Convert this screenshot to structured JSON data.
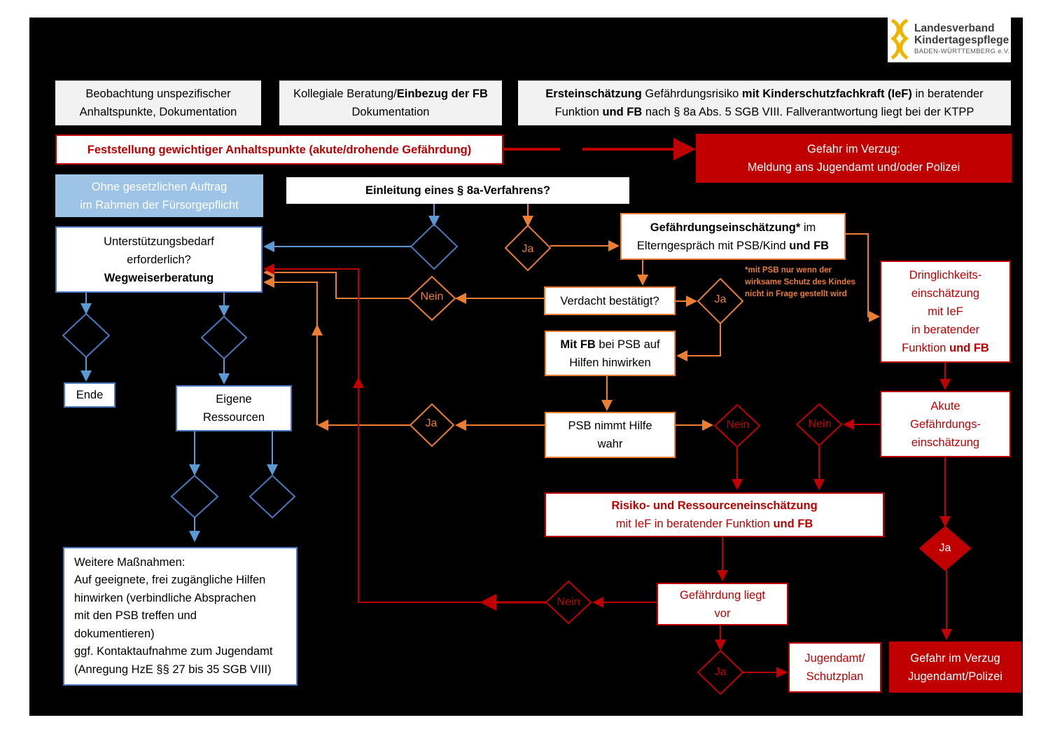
{
  "logo": {
    "line1": "Landesverband",
    "line2": "Kindertagespflege",
    "line3": "BADEN-WÜRTTEMBERG e.V."
  },
  "top": {
    "b1": [
      "Beobachtung unspezifischer",
      "Anhaltspunkte, Dokumentation"
    ],
    "b2_bold": "Einbezug der FB",
    "b2_pre": "Kollegiale Beratung/",
    "b2_line2": "Dokumentation",
    "b3_l1_bold_a": "Ersteinschätzung",
    "b3_l1_mid": " Gefährdungsrisiko ",
    "b3_l1_bold_b": "mit Kinderschutzfachkraft (IeF)",
    "b3_l1_end": " in beratender",
    "b3_l2_pre": "Funktion ",
    "b3_l2_bold": "und FB",
    "b3_l2_end": " nach § 8a Abs. 5 SGB VIII. Fallverantwortung liegt bei der KTPP"
  },
  "feststellung": "Feststellung gewichtiger Anhaltspunkte (akute/drohende Gefährdung)",
  "gefahr_top": [
    "Gefahr im Verzug:",
    "Meldung ans Jugendamt und/oder Polizei"
  ],
  "ohne": [
    "Ohne gesetzlichen Auftrag",
    "im Rahmen der Fürsorgepflicht"
  ],
  "einleitung": "Einleitung eines § 8a-Verfahrens?",
  "unterstuetzung": [
    "Unterstützungsbedarf",
    "erforderlich?",
    "Wegweiserberatung"
  ],
  "gefaehrdung_einsch": {
    "bold": "Gefährdungseinschätzung*",
    "rest": " im",
    "line2": "Elterngespräch mit PSB/Kind ",
    "line2_bold": "und FB"
  },
  "note": [
    "*mit PSB nur wenn der",
    "wirksame Schutz des Kindes",
    "nicht in Frage gestellt wird"
  ],
  "verdacht": "Verdacht bestätigt?",
  "mitfb": {
    "bold": "Mit FB",
    "rest": " bei PSB auf",
    "line2": "Hilfen hinwirken"
  },
  "psb": [
    "PSB nimmt Hilfe",
    "wahr"
  ],
  "dringlich": {
    "lines": [
      "Dringlichkeits-",
      "einschätzung",
      "mit IeF",
      "in beratender"
    ],
    "last_pre": "Funktion ",
    "last_bold": "und FB"
  },
  "akute": [
    "Akute",
    "Gefährdungs-",
    "einschätzung"
  ],
  "risiko": {
    "line1": "Risiko- und Ressourceneinschätzung",
    "line2_pre": "mit IeF in beratender Funktion ",
    "line2_bold": "und FB"
  },
  "gefaehrdung_liegt": [
    "Gefährdung liegt",
    "vor"
  ],
  "jugendamt": [
    "Jugendamt/",
    "Schutzplan"
  ],
  "gefahr_bottom": [
    "Gefahr im Verzug",
    "Jugendamt/Polizei"
  ],
  "ende": "Ende",
  "eigene": [
    "Eigene",
    "Ressourcen"
  ],
  "weitere": [
    "Weitere Maßnahmen:",
    "Auf geeignete, frei zugängliche Hilfen",
    "hinwirken (verbindliche Absprachen",
    "mit den PSB treffen und",
    "dokumentieren)",
    "ggf. Kontaktaufnahme zum Jugendamt",
    "(Anregung HzE §§ 27 bis 35 SGB VIII)"
  ],
  "labels": {
    "ja": "Ja",
    "nein": "Nein"
  },
  "colors": {
    "orange": "#ed7d31",
    "red": "#c00000",
    "blue": "#4a78c0",
    "lightblue": "#9dc3e6",
    "background": "#000000"
  }
}
